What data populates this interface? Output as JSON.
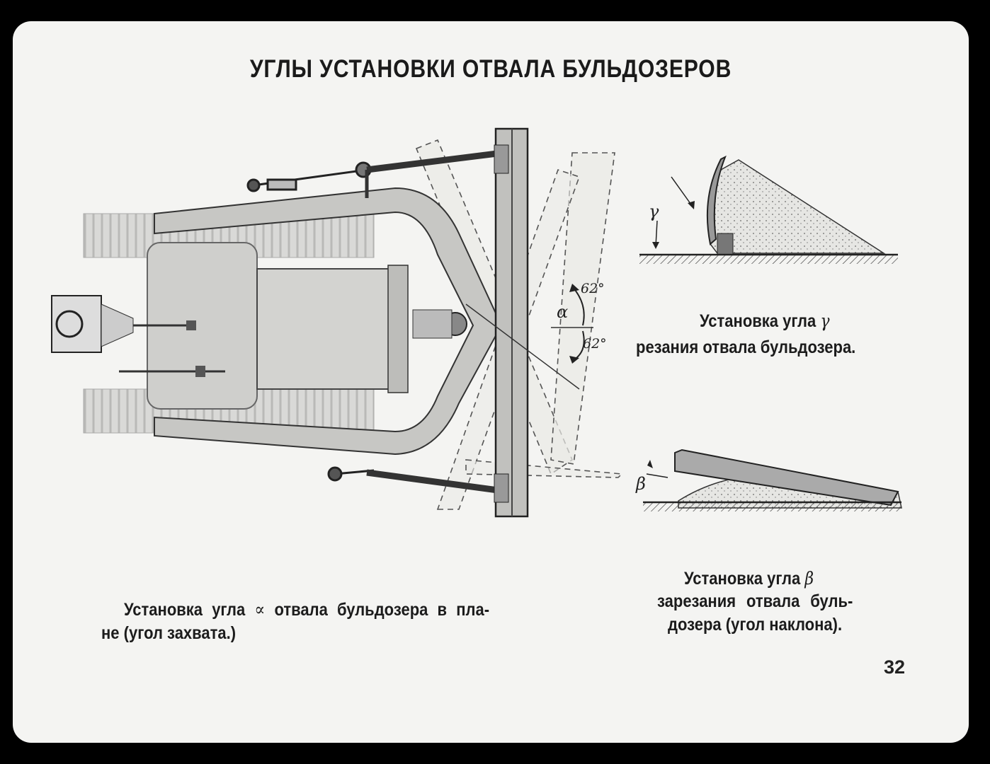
{
  "title": "УГЛЫ УСТАНОВКИ ОТВАЛА БУЛЬДОЗЕРОВ",
  "captions": {
    "alpha": {
      "line1_pre": "Установка угла",
      "symbol": "∝",
      "line1_post": "отвала бульдозера в пла-",
      "line2": "не (угол захвата.)"
    },
    "gamma": {
      "line1_pre": "Установка угла",
      "symbol": "γ",
      "line2": "резания отвала бульдозера."
    },
    "beta": {
      "line1_pre": "Установка угла",
      "symbol": "β",
      "line2": "зарезания отвала буль-",
      "line3": "дозера (угол наклона)."
    }
  },
  "angles": {
    "upper": "62°",
    "lower": "62°",
    "alpha": "α",
    "gamma": "γ",
    "beta": "β"
  },
  "page_number": "32",
  "colors": {
    "background": "#000000",
    "slide": "#f4f4f2",
    "ink": "#1c1c1c"
  }
}
